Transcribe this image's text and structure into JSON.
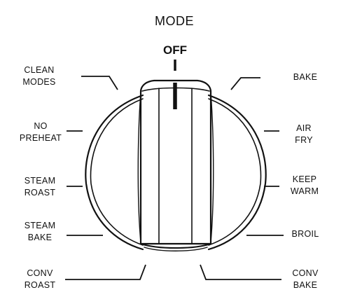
{
  "title": "MODE",
  "off_label": "OFF",
  "modes": {
    "clean_modes": "CLEAN\nMODES",
    "no_preheat": "NO\nPREHEAT",
    "steam_roast": "STEAM\nROAST",
    "steam_bake": "STEAM\nBAKE",
    "conv_roast": "CONV\nROAST",
    "bake": "BAKE",
    "air_fry": "AIR\nFRY",
    "keep_warm": "KEEP\nWARM",
    "broil": "BROIL",
    "conv_bake": "CONV\nBAKE"
  },
  "colors": {
    "ink": "#111111",
    "background": "#ffffff"
  }
}
